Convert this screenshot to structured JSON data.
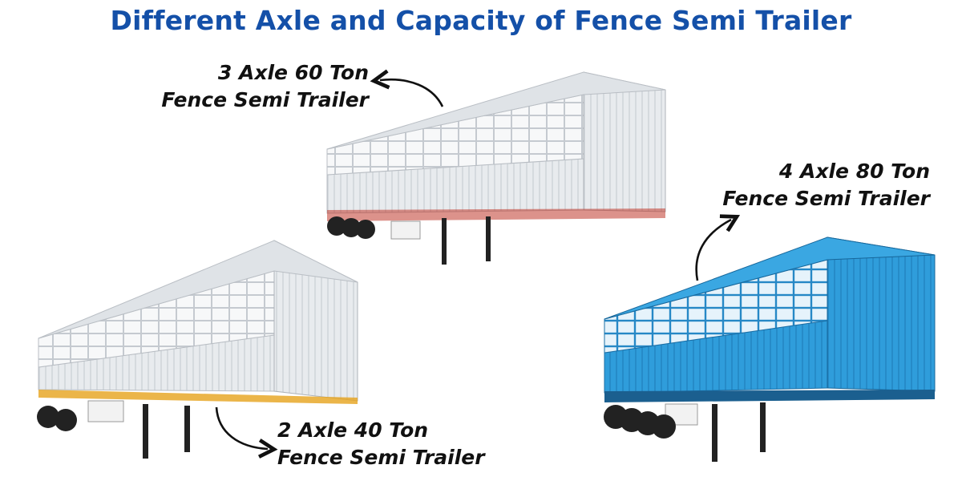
{
  "title": "Different Axle and Capacity of Fence Semi Trailer",
  "trailers": [
    {
      "id": "3-axle",
      "line1": "3 Axle 60 Ton",
      "line2": "Fence Semi Trailer",
      "color": "#e9ecef"
    },
    {
      "id": "4-axle",
      "line1": "4 Axle 80 Ton",
      "line2": "Fence Semi Trailer",
      "color": "#2f9ddb"
    },
    {
      "id": "2-axle",
      "line1": "2 Axle 40 Ton",
      "line2": "Fence Semi Trailer",
      "color": "#eef0f2"
    }
  ],
  "colors": {
    "title": "#1450a8",
    "label": "#111111",
    "blue_body": "#2f9ddb",
    "white_body": "#e9ecef"
  }
}
